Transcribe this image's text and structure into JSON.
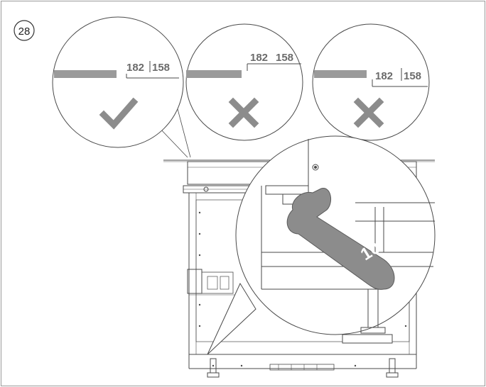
{
  "step": {
    "number": "28"
  },
  "details": [
    {
      "status": "correct",
      "icon": "checkmark-icon",
      "label_a": "182",
      "label_b": "158"
    },
    {
      "status": "incorrect",
      "icon": "cross-icon",
      "label_a": "182",
      "label_b": "158"
    },
    {
      "status": "incorrect",
      "icon": "cross-icon",
      "label_a": "182",
      "label_b": "158"
    }
  ],
  "wrench": {
    "size": "10"
  },
  "colors": {
    "line": "#4a4a4a",
    "symbol": "#8c8c8c",
    "wrench": "#8c8c8c",
    "bar": "#9a9a9a"
  }
}
